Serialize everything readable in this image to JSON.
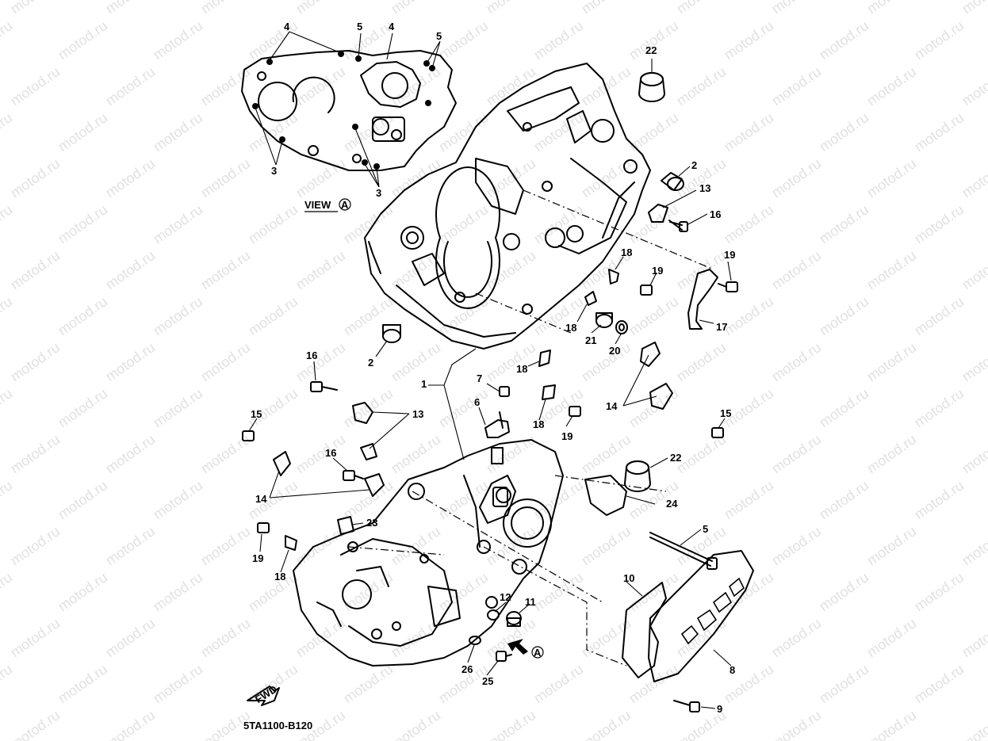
{
  "diagram": {
    "watermark": "motod.ru",
    "view_label": "VIEW",
    "view_marker": "A",
    "fwd_label": "FWD",
    "part_code": "5TA1100-B120",
    "callouts": [
      {
        "id": "c4a",
        "label": "4"
      },
      {
        "id": "c5a",
        "label": "5"
      },
      {
        "id": "c4b",
        "label": "4"
      },
      {
        "id": "c5b",
        "label": "5"
      },
      {
        "id": "c3a",
        "label": "3"
      },
      {
        "id": "c3b",
        "label": "3"
      },
      {
        "id": "c22a",
        "label": "22"
      },
      {
        "id": "c2a",
        "label": "2"
      },
      {
        "id": "c13a",
        "label": "13"
      },
      {
        "id": "c16a",
        "label": "16"
      },
      {
        "id": "c19a",
        "label": "19"
      },
      {
        "id": "c18a",
        "label": "18"
      },
      {
        "id": "c19b",
        "label": "19"
      },
      {
        "id": "c17",
        "label": "17"
      },
      {
        "id": "c18b",
        "label": "18"
      },
      {
        "id": "c21",
        "label": "21"
      },
      {
        "id": "c20",
        "label": "20"
      },
      {
        "id": "c2b",
        "label": "2"
      },
      {
        "id": "c18c",
        "label": "18"
      },
      {
        "id": "c7",
        "label": "7"
      },
      {
        "id": "c1",
        "label": "1"
      },
      {
        "id": "c16b",
        "label": "16"
      },
      {
        "id": "c13b",
        "label": "13"
      },
      {
        "id": "c6",
        "label": "6"
      },
      {
        "id": "c18d",
        "label": "18"
      },
      {
        "id": "c19c",
        "label": "19"
      },
      {
        "id": "c14a",
        "label": "14"
      },
      {
        "id": "c15a",
        "label": "15"
      },
      {
        "id": "c15b",
        "label": "15"
      },
      {
        "id": "c16c",
        "label": "16"
      },
      {
        "id": "c22b",
        "label": "22"
      },
      {
        "id": "c14b",
        "label": "14"
      },
      {
        "id": "c24",
        "label": "24"
      },
      {
        "id": "c23",
        "label": "23"
      },
      {
        "id": "c5c",
        "label": "5"
      },
      {
        "id": "c19d",
        "label": "19"
      },
      {
        "id": "c18e",
        "label": "18"
      },
      {
        "id": "c10",
        "label": "10"
      },
      {
        "id": "c12",
        "label": "12"
      },
      {
        "id": "c11",
        "label": "11"
      },
      {
        "id": "c26",
        "label": "26"
      },
      {
        "id": "c25",
        "label": "25"
      },
      {
        "id": "c8",
        "label": "8"
      },
      {
        "id": "c9",
        "label": "9"
      }
    ]
  }
}
